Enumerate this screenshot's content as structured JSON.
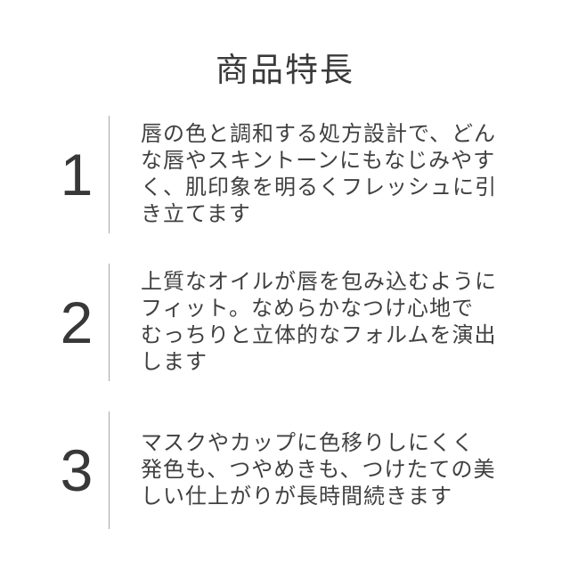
{
  "page": {
    "title": "商品特長"
  },
  "sections": [
    {
      "number": "1",
      "lines": [
        "唇の色と調和する処方設計で、どん",
        "な唇やスキントーンにもなじみやす",
        "く、肌印象を明るくフレッシュに引",
        "き立てます"
      ]
    },
    {
      "number": "2",
      "lines": [
        "上質なオイルが唇を包み込むように",
        "フィット。なめらかなつけ心地で",
        "むっちりと立体的なフォルムを演出",
        "します"
      ]
    },
    {
      "number": "3",
      "lines": [
        "マスクやカップに色移りしにくく",
        "発色も、つやめきも、つけたての美",
        "しい仕上がりが長時間続きます"
      ]
    }
  ],
  "colors": {
    "background": "#ffffff",
    "title_text": "#3a3a3a",
    "body_text": "#404040",
    "number_text": "#383838",
    "divider": "#a8a8a8"
  }
}
